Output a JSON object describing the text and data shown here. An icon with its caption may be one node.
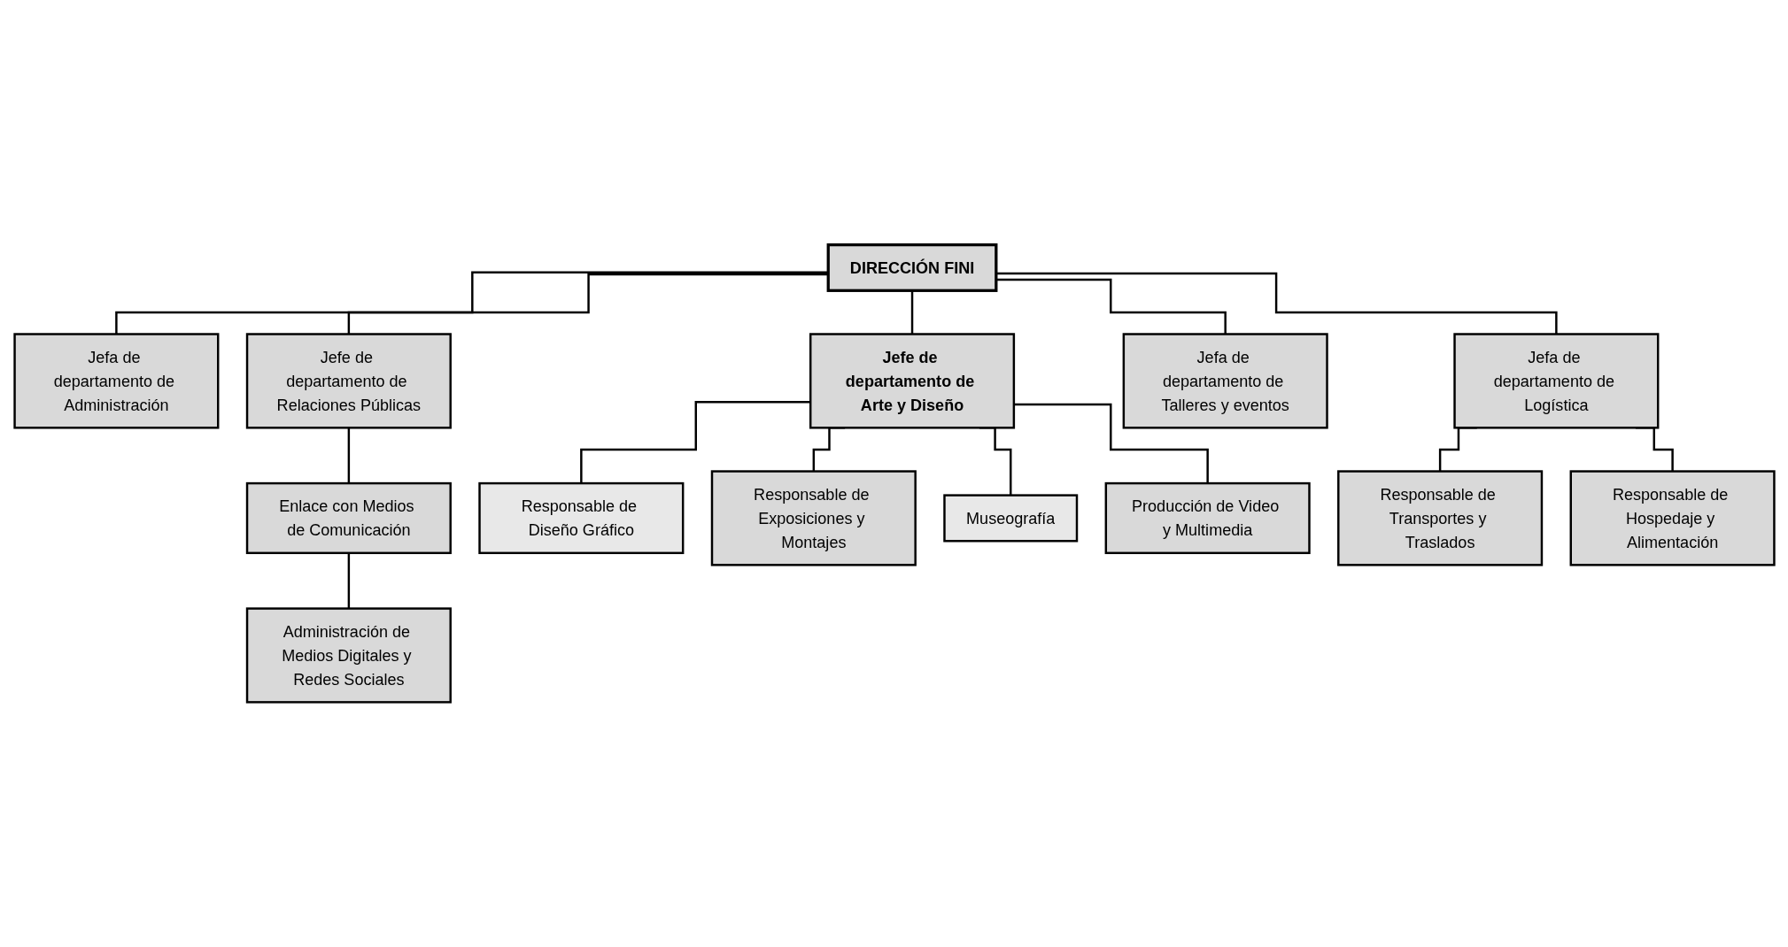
{
  "diagram": {
    "nodes": [
      {
        "text": [
          "DIRECCIÓN FINI"
        ]
      },
      {
        "text": [
          "Jefa de departamento de Administración"
        ]
      },
      {
        "text": [
          "Jefe de departamento de Relaciones Públicas"
        ]
      },
      {
        "text": [
          "Jefe de departamento de Arte y Diseño"
        ]
      },
      {
        "text": [
          "Jefa de departamento de Talleres y eventos"
        ]
      },
      {
        "text": [
          "Jefa de departamento de Logística"
        ]
      },
      {
        "text": [
          "Enlace con Medios de Comunicación"
        ]
      },
      {
        "text": [
          "Administración de Medios Digitales y Redes Sociales"
        ]
      },
      {
        "text": [
          "Responsable de Diseño Gráfico"
        ]
      },
      {
        "text": [
          "Responsable de Exposiciones y Montajes"
        ]
      },
      {
        "text": [
          "Museografía"
        ]
      },
      {
        "text": [
          "Producción de Video y Multimedia"
        ]
      },
      {
        "text": [
          "Responsable de Transportes y Traslados"
        ]
      },
      {
        "text": [
          "Responsable de Hospedaje y Alimentación"
        ]
      }
    ],
    "edges": [
      {
        "from": 0,
        "to": 1,
        "arrow": "none"
      },
      {
        "from": 0,
        "to": 2,
        "arrow": "none"
      },
      {
        "from": 0,
        "to": 3,
        "arrow": "none"
      },
      {
        "from": 0,
        "to": 4,
        "arrow": "none"
      },
      {
        "from": 0,
        "to": 5,
        "arrow": "none"
      },
      {
        "from": 2,
        "to": 6,
        "arrow": "none"
      },
      {
        "from": 6,
        "to": 7,
        "arrow": "none"
      },
      {
        "from": 3,
        "to": 8,
        "arrow": "none"
      },
      {
        "from": 3,
        "to": 9,
        "arrow": "none"
      },
      {
        "from": 3,
        "to": 10,
        "arrow": "none"
      },
      {
        "from": 3,
        "to": 11,
        "arrow": "none"
      },
      {
        "from": 5,
        "to": 12,
        "arrow": "none"
      },
      {
        "from": 5,
        "to": 13,
        "arrow": "none"
      }
    ]
  }
}
